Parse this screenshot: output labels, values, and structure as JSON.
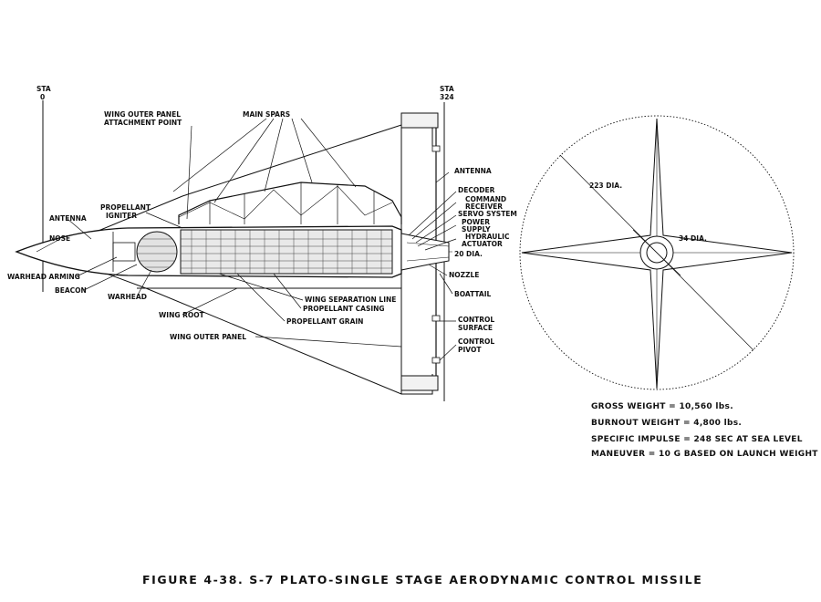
{
  "stations": {
    "front_label": "STA",
    "front_value": "0",
    "rear_label": "STA",
    "rear_value": "324"
  },
  "labels": {
    "wing_outer_panel_attachment_1": "WING OUTER PANEL",
    "wing_outer_panel_attachment_2": "ATTACHMENT POINT",
    "main_spars": "MAIN SPARS",
    "antenna_rear": "ANTENNA",
    "decoder": "DECODER",
    "command_receiver_1": "COMMAND",
    "command_receiver_2": "RECEIVER",
    "servo_system": "SERVO SYSTEM",
    "power_supply_1": "POWER",
    "power_supply_2": "SUPPLY",
    "hydraulic_actuator_1": "HYDRAULIC",
    "hydraulic_actuator_2": "ACTUATOR",
    "dia_20": "20 DIA.",
    "nozzle": "NOZZLE",
    "boattail": "BOATTAIL",
    "control_surface_1": "CONTROL",
    "control_surface_2": "SURFACE",
    "control_pivot_1": "CONTROL",
    "control_pivot_2": "PIVOT",
    "propellant_igniter_1": "PROPELLANT",
    "propellant_igniter_2": "IGNITER",
    "antenna_front": "ANTENNA",
    "nose": "NOSE",
    "warhead_arming": "WARHEAD ARMING",
    "beacon": "BEACON",
    "warhead": "WARHEAD",
    "wing_root": "WING ROOT",
    "wing_separation_line": "WING SEPARATION LINE",
    "propellant_casing": "PROPELLANT CASING",
    "propellant_grain": "PROPELLANT GRAIN",
    "wing_outer_panel": "WING OUTER PANEL",
    "dia_223": "223 DIA.",
    "dia_34": "34 DIA."
  },
  "specs": {
    "gross_weight": "GROSS WEIGHT = 10,560 lbs.",
    "burnout_weight": "BURNOUT WEIGHT = 4,800 lbs.",
    "specific_impulse": "SPECIFIC IMPULSE = 248 SEC AT SEA LEVEL",
    "maneuver": "MANEUVER = 10 G BASED ON LAUNCH WEIGHT"
  },
  "caption": "FIGURE 4-38.   S-7 PLATO-SINGLE STAGE AERODYNAMIC CONTROL MISSILE"
}
